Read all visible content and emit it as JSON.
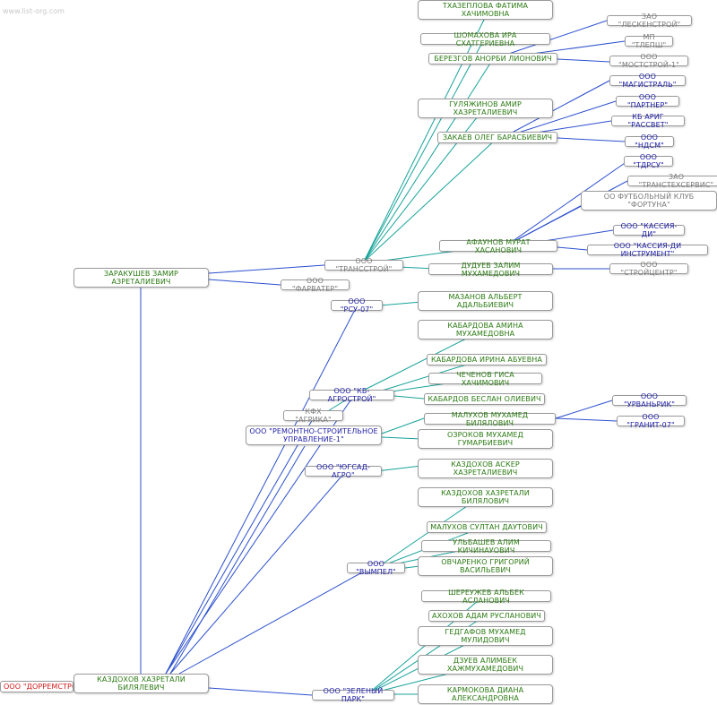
{
  "watermark": "www.list-org.com",
  "colors": {
    "person": "#2a7a12",
    "company": "#1c1ca6",
    "inactive": "#7a7a7a",
    "root": "#d01818",
    "edge_blue": "#2b4fcf",
    "edge_teal": "#17a39a"
  },
  "nodes": {
    "tkhazeplova": "ТХАЗЕПЛОВА ФАТИМА ХАЧИМОВНА",
    "shomakhova": "ШОМАХОВА ИРА СХАТГЕРИЕВНА",
    "berezgov": "БЕРЕЗГОВ АНОРБИ ЛИОНОВИЧ",
    "gulyazhinov": "ГУЛЯЖИНОВ АМИР ХАЗРЕТАЛИЕВИЧ",
    "zakaev": "ЗАКАЕВ ОЛЕГ БАРАСБИЕВИЧ",
    "afaunov": "АФАУНОВ МУРАТ ХАСАНОВИЧ",
    "duduev": "ДУДУЕВ ЗАЛИМ МУХАМЕДОВИЧ",
    "zarakushev": "ЗАРАКУШЕВ ЗАМИР АЗРЕТАЛИЕВИЧ",
    "mazanov": "МАЗАНОВ АЛЬБЕРТ АДАЛЬБИЕВИЧ",
    "kabardova_amina": "КАБАРДОВА АМИНА МУХАМЕДОВНА",
    "kabardova_irina": "КАБАРДОВА ИРИНА АБУЕВНА",
    "chechenov": "ЧЕЧЕНОВ ГИСА ХАЧИМОВИЧ",
    "kabardov": "КАБАРДОВ БЕСЛАН ОЛИЕВИЧ",
    "malukhov_m": "МАЛУХОВ МУХАМЕД БИЛЯЛОВИЧ",
    "ozrokov": "ОЗРОКОВ МУХАМЕД ГУМАРБИЕВИЧ",
    "kazdokhov_asker": "КАЗДОХОВ АСКЕР ХАЗРЕТАЛИЕВИЧ",
    "kazdokhov_kh": "КАЗДОХОВ ХАЗРЕТАЛИ БИЛЯЛОВИЧ",
    "malukhov_s": "МАЛУХОВ СУЛТАН ДАУТОВИЧ",
    "ulbashev": "УЛЬБАШЕВ АЛИМ КИЧИНАУОВИЧ",
    "ovcharenko": "ОВЧАРЕНКО ГРИГОРИЙ ВАСИЛЬЕВИЧ",
    "shereuzhev": "ШЕРЕУЖЕВ АЛЬБЕК АСЛАНОВИЧ",
    "akhokhov": "АХОХОВ АДАМ РУСЛАНОВИЧ",
    "gedgafov": "ГЕДГАФОВ МУХАМЕД МУЛИДОВИЧ",
    "dzuev": "ДЗУЕВ АЛИМБЕК ХАЖМУХАМЕДОВИЧ",
    "karmokova": "КАРМОКОВА ДИАНА АЛЕКСАНДРОВНА",
    "kazdokhov_main": "КАЗДОХОВ ХАЗРЕТАЛИ БИЛЯЛЕВИЧ",
    "leskenstroy": "ЗАО \"ЛЕСКЕНСТРОЙ\"",
    "tlepsh": "МП \"ТЛЕПШ\"",
    "moststroy": "ООО \"МОСТСТРОЙ-1\"",
    "magistral": "ООО \"МАГИСТРАЛЬ\"",
    "partner": "ООО \"ПАРТНЕР\"",
    "rasvet": "КБ АРИГ \"РАССВЕТ\"",
    "ndsm": "ООО \"НДСМ\"",
    "tdrsu": "ООО \"ТДРСУ\"",
    "transtekhservis": "ЗАО \"ТРАНСТЕХСЕРВИС\"",
    "fortuna": "ОО ФУТБОЛЬНЫЙ КЛУБ \"ФОРТУНА\"",
    "kassiya_di": "ООО \"КАССИЯ-ДИ\"",
    "kassiya_instr": "ООО \"КАССИЯ-ДИ ИНСТРУМЕНТ\"",
    "stroycentr": "ООО \"СТРОЙЦЕНТР\"",
    "transstroy": "ООО \"ТРАНССТРОЙ\"",
    "farvater": "ООО \"ФАРВАТЕР\"",
    "rsu07": "ООО \"РСУ-07\"",
    "kb_agrostroy": "ООО \"КБ-АГРОСТРОЙ\"",
    "kfkh_agrika": "КФХ \"АГРИКА\"",
    "rsu1": "ООО \"РЕМОНТНО-СТРОИТЕЛЬНОЕ УПРАВЛЕНИЕ-1\"",
    "urvanrik": "ООО \"УРВАНЬРИК\"",
    "granit07": "ООО \"ГРАНИТ-07\"",
    "yugsad": "ООО \"ЮГСАД-АГРО\"",
    "vympel": "ООО \"ВЫМПЕЛ\"",
    "zeleny_park": "ООО \"ЗЕЛЕНЫЙ ПАРК\"",
    "dorremstro": "ООО \"ДОРРЕМСТРО"
  }
}
